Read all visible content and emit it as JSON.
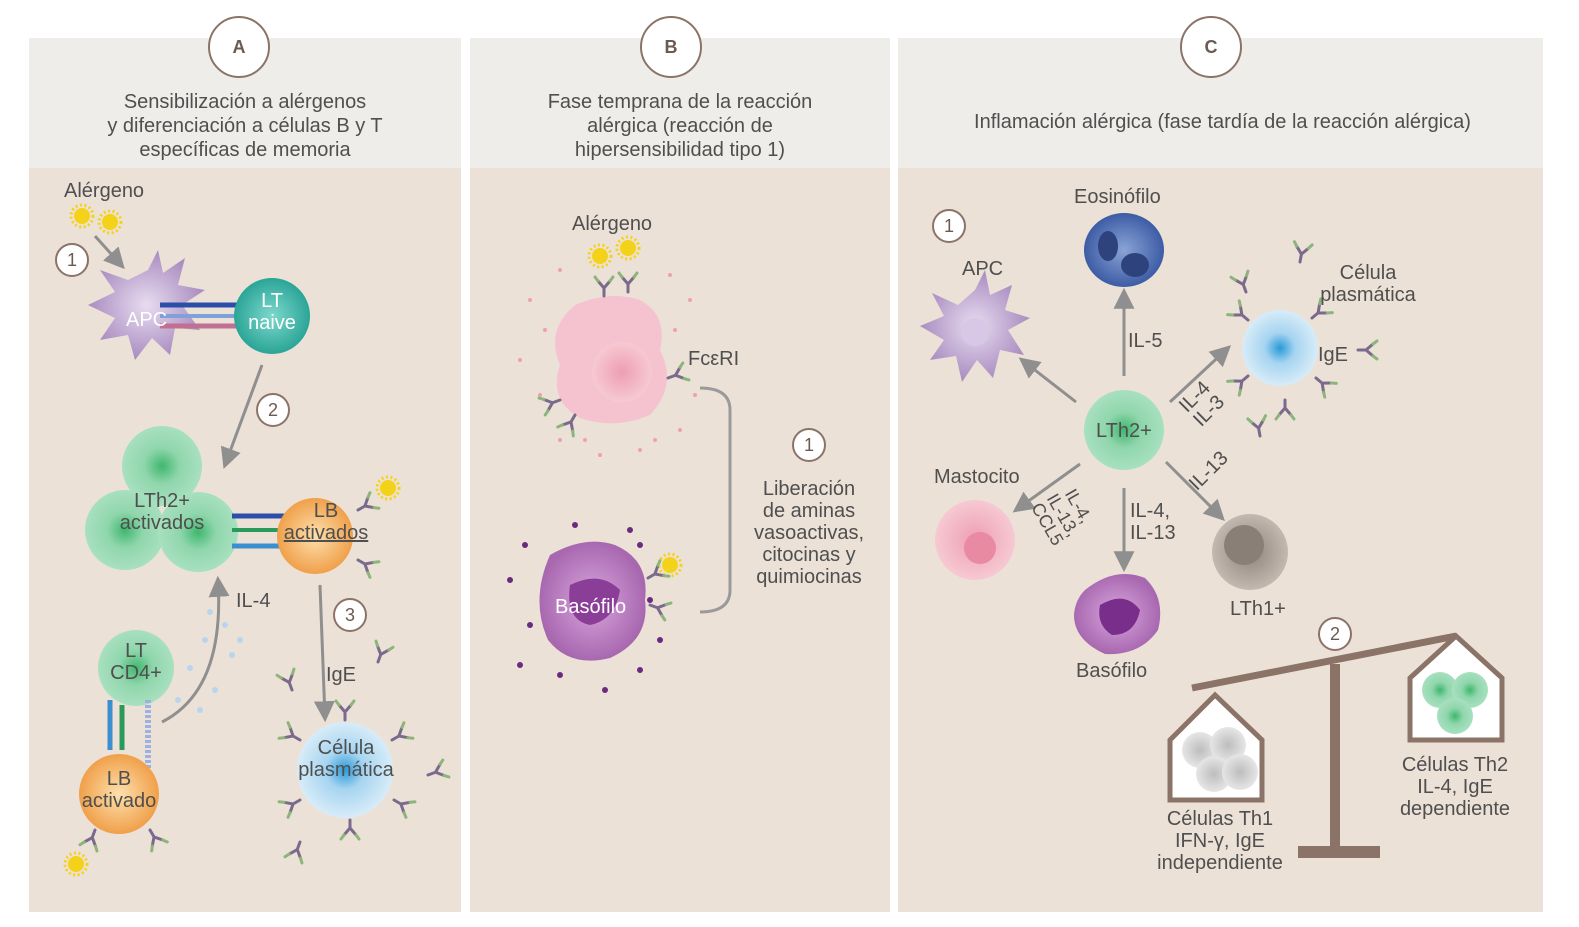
{
  "panels": {
    "a": {
      "letter": "A",
      "title": [
        "Sensibilización a alérgenos",
        "y diferenciación a células B y T",
        "específicas de memoria"
      ],
      "labels": {
        "alergeno": "Alérgeno",
        "apc": "APC",
        "lt_naive": [
          "LT",
          "naive"
        ],
        "lth2": [
          "LTh2+",
          "activados"
        ],
        "lb_activados": [
          "LB",
          "activados"
        ],
        "il4": "IL-4",
        "lt_cd4": [
          "LT",
          "CD4+"
        ],
        "lb_activado": [
          "LB",
          "activado"
        ],
        "ige": "IgE",
        "celula_plasmatica": [
          "Célula",
          "plasmática"
        ]
      },
      "steps": [
        "1",
        "2",
        "3"
      ]
    },
    "b": {
      "letter": "B",
      "title": [
        "Fase temprana de la reacción",
        "alérgica (reacción de",
        "hipersensibilidad tipo 1)"
      ],
      "labels": {
        "alergeno": "Alérgeno",
        "fceri": "FcεRI",
        "basofilo": "Basófilo",
        "liberacion": [
          "Liberación",
          "de aminas",
          "vasoactivas,",
          "citocinas y",
          "quimiocinas"
        ]
      },
      "steps": [
        "1"
      ]
    },
    "c": {
      "letter": "C",
      "title": [
        "Inflamación alérgica (fase tardía de la reacción alérgica)"
      ],
      "labels": {
        "eosinofilo": "Eosinófilo",
        "apc": "APC",
        "celula_plasmatica": [
          "Célula",
          "plasmática"
        ],
        "ige": "IgE",
        "il5": "IL-5",
        "il4_il3": [
          "IL-4",
          "IL-3"
        ],
        "lth2": "LTh2+",
        "il13": "IL-13",
        "mastocito": "Mastocito",
        "il4_il13_ccl5": [
          "IL-4,",
          "IL-13,",
          "CCL5"
        ],
        "il4_il13": [
          "IL-4,",
          "IL-13"
        ],
        "lth1": "LTh1+",
        "basofilo": "Basófilo",
        "th1": [
          "Células Th1",
          "IFN-γ, IgE",
          "independiente"
        ],
        "th2": [
          "Células Th2",
          "IL-4, IgE",
          "dependiente"
        ]
      },
      "steps": [
        "1",
        "2"
      ]
    }
  },
  "colors": {
    "head_bg": "#efedea",
    "body_bg": "#ece1d7",
    "apc": "#b79ac9",
    "lt_naive": "#3cb5a8",
    "lth2": "#8fd2a8",
    "lb": "#f4b05c",
    "plasma": "#9fc7ea",
    "mast": "#f2b5c2",
    "basophil": "#a660b0",
    "eosinophil": "#3e5aa0",
    "lth1": "#b0a59c",
    "scale": "#8b7367",
    "arrow": "#8f8f8f",
    "allergen": "#f5d21a"
  }
}
